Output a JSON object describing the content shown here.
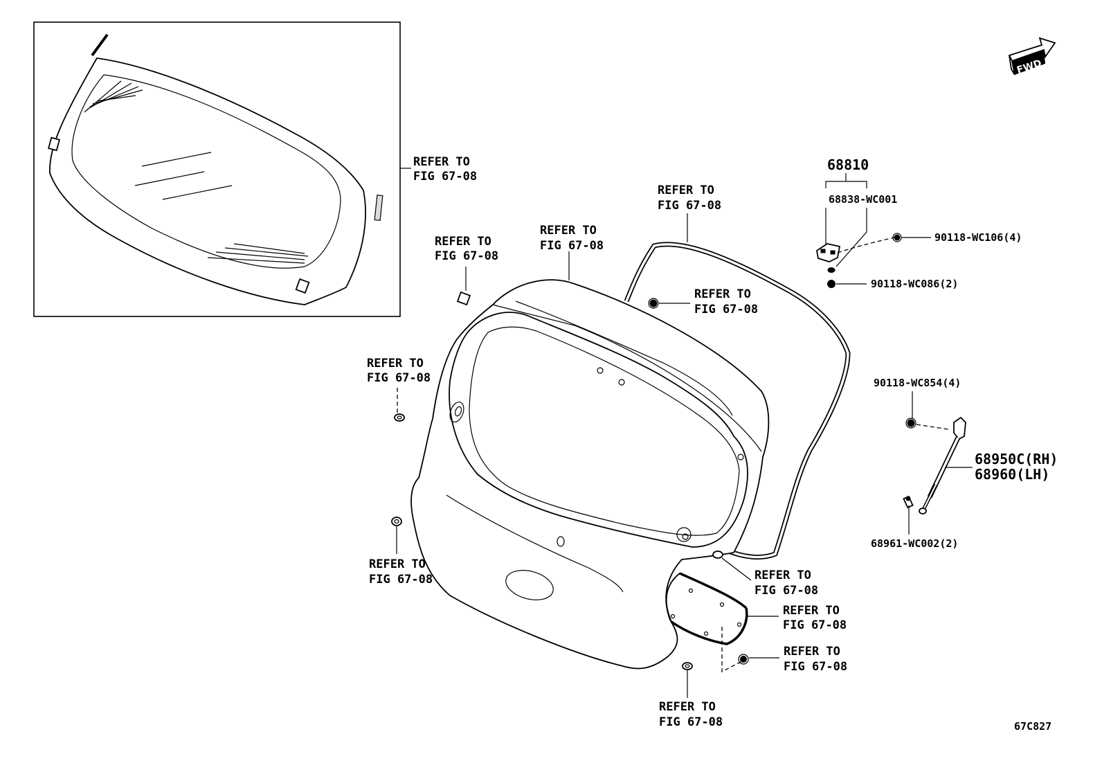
{
  "refer_label_line1": "REFER TO",
  "refer_label_line2": "FIG 67-08",
  "part_numbers": {
    "assembly_68810": "68810",
    "hinge": "68838-WC001",
    "bolt_90118_wc106": "90118-WC106(4)",
    "nut_90118_wc086": "90118-WC086(2)",
    "bolt_90118_wc854": "90118-WC854(4)",
    "stay_rh": "68950C(RH)",
    "stay_lh": "68960(LH)",
    "bracket_68961": "68961-WC002(2)"
  },
  "fwd_label": "FWD",
  "diagram_code": "67C827"
}
